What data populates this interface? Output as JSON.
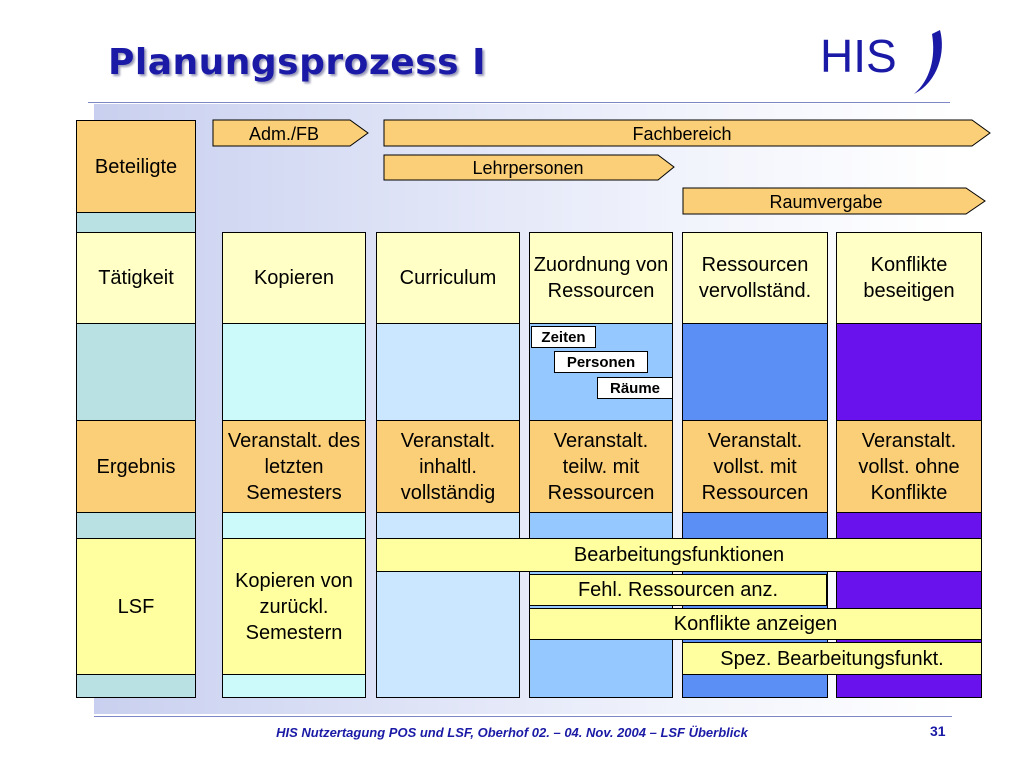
{
  "title": "Planungsprozess I",
  "logo_text": "HIS",
  "rows": {
    "beteiligte": "Beteiligte",
    "taetigkeit": "Tätigkeit",
    "ergebnis": "Ergebnis",
    "lsf": "LSF"
  },
  "arrows": {
    "adm": "Adm./FB",
    "fachbereich": "Fachbereich",
    "lehrpersonen": "Lehrpersonen",
    "raumvergabe": "Raumvergabe"
  },
  "activities": [
    "Kopieren",
    "Curriculum",
    "Zuordnung von Ressourcen",
    "Ressourcen vervollständ.",
    "Konflikte beseitigen"
  ],
  "sub_resources": [
    "Zeiten",
    "Personen",
    "Räume"
  ],
  "results": [
    "Veranstalt. des letzten Semesters",
    "Veranstalt. inhaltl. vollständig",
    "Veranstalt. teilw. mit Ressourcen",
    "Veranstalt. vollst. mit Ressourcen",
    "Veranstalt. vollst. ohne Konflikte"
  ],
  "lsf": {
    "kopieren": "Kopieren von zurückl. Semestern",
    "bearbeitung": "Bearbeitungsfunktionen",
    "fehl": "Fehl. Ressourcen anz.",
    "konflikte": "Konflikte anzeigen",
    "spez": "Spez. Bearbeitungsfunkt."
  },
  "footer": "HIS Nutzertagung POS und LSF, Oberhof 02. – 04. Nov. 2004 – LSF Überblick",
  "page_number": "31",
  "colors": {
    "title": "#1a1aa6",
    "label": "#fbcf77",
    "activity": "#ffffc6",
    "col_light_cyan": "#ccfafa",
    "col_light_blue": "#cbe7ff",
    "col_mid_blue": "#95c8ff",
    "col_blue": "#5b8ff5",
    "col_purple": "#6a12ee"
  }
}
